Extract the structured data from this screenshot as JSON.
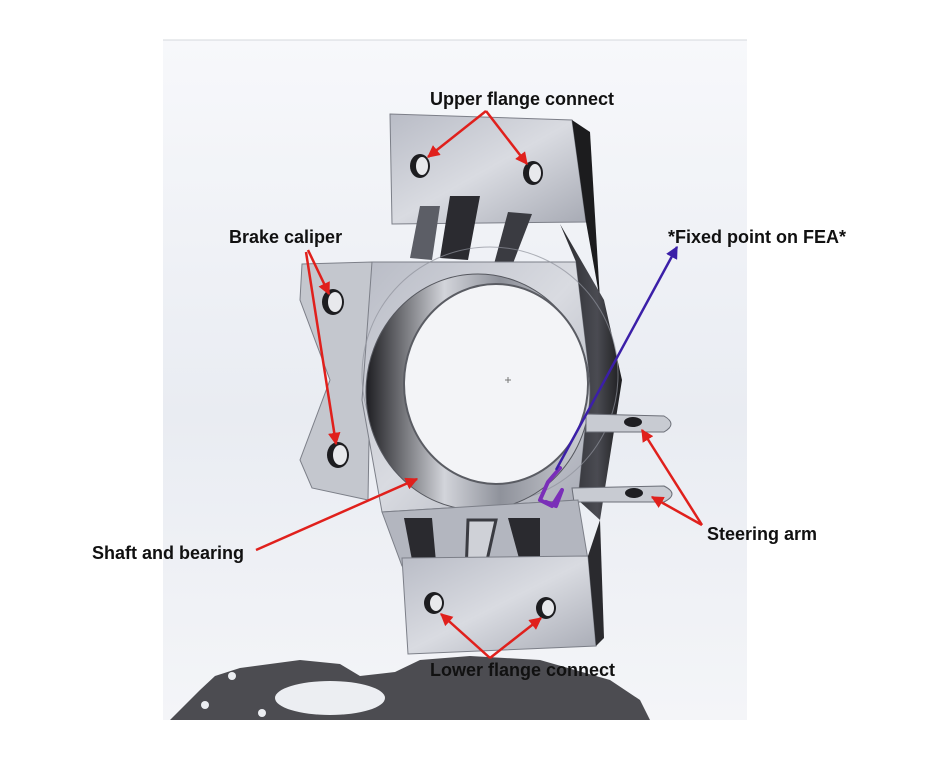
{
  "labels": {
    "upper_flange": "Upper flange connect",
    "brake_caliper": "Brake caliper",
    "fixed_point": "*Fixed point on FEA*",
    "shaft_bearing": "Shaft and bearing",
    "steering_arm": "Steering arm",
    "lower_flange": "Lower flange connect"
  },
  "colors": {
    "annotation_arrow": "#e0201c",
    "fea_arrow": "#3b1fa8",
    "fea_mark": "#7a2fb8",
    "part_body": "#c9ccd3",
    "part_shadow": "#1c1c1e"
  }
}
